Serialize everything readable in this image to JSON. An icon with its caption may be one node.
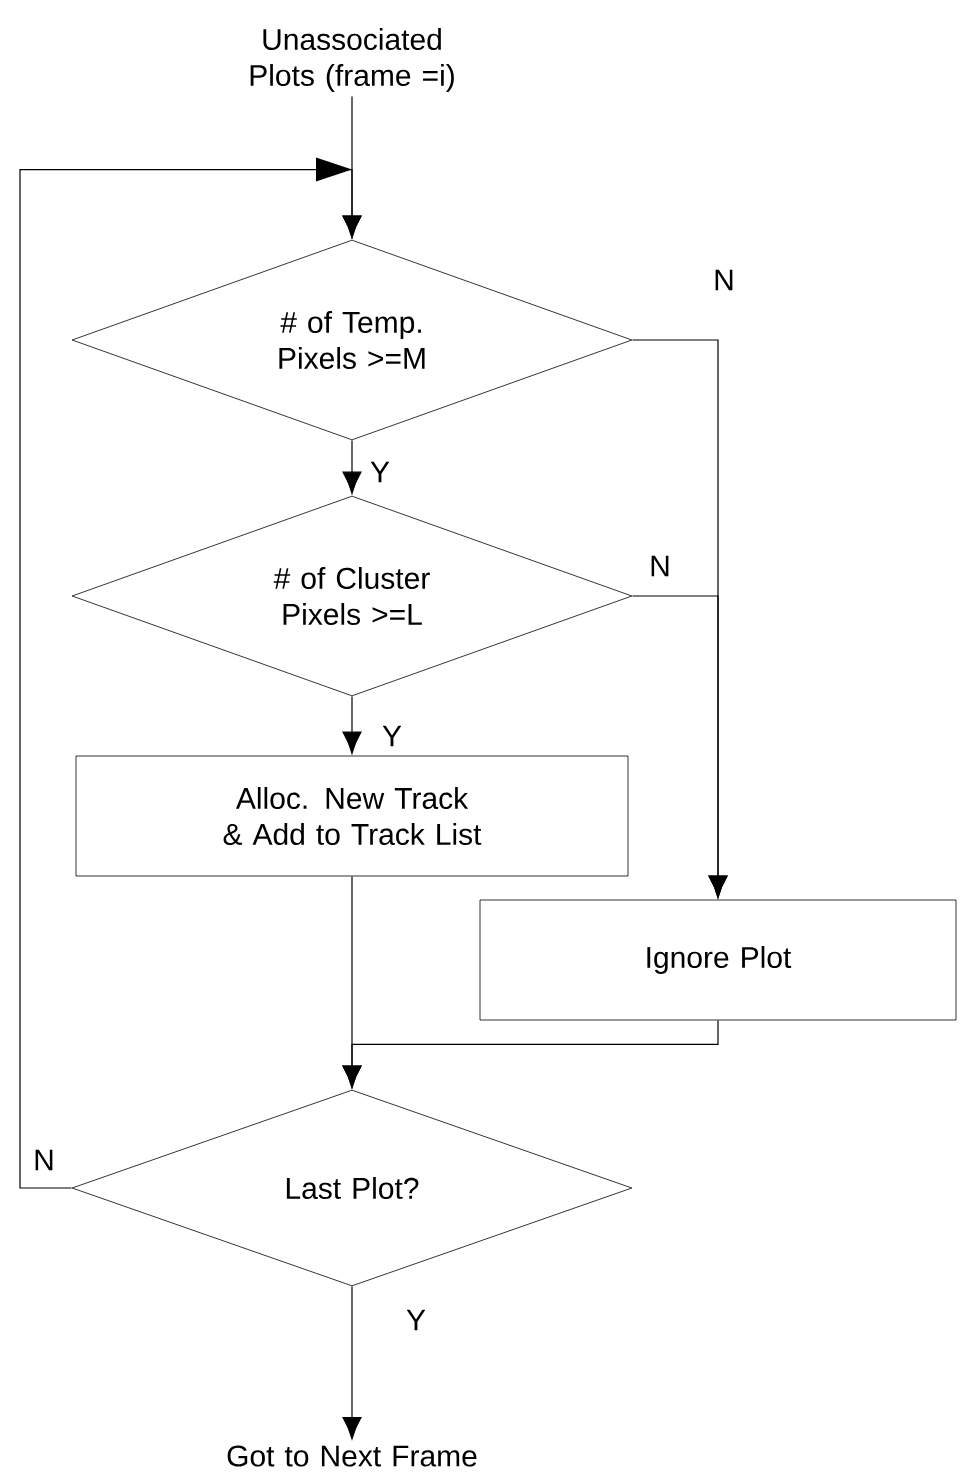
{
  "diagram": {
    "nodes": [
      {
        "text": [
          "Unassociated Plots (frame =i)"
        ]
      },
      {
        "text": [
          "# of Temp. Pixels >=M"
        ]
      },
      {
        "text": [
          "# of Cluster Pixels >=L"
        ]
      },
      {
        "text": [
          "Alloc. New Track & Add to Track List"
        ]
      },
      {
        "text": [
          "Ignore Plot"
        ]
      },
      {
        "text": [
          "Last Plot?"
        ]
      },
      {
        "text": [
          "Got to Next Frame"
        ]
      }
    ],
    "edges": [
      {
        "from": 0,
        "to": 1,
        "arrow": "to"
      },
      {
        "from": 1,
        "to": 2,
        "arrow": "to",
        "label": "Y"
      },
      {
        "from": 1,
        "to": 4,
        "arrow": "to",
        "label": "N"
      },
      {
        "from": 2,
        "to": 4,
        "arrow": "to",
        "label": "N"
      },
      {
        "from": 2,
        "to": 3,
        "arrow": "to",
        "label": "Y"
      },
      {
        "from": 3,
        "to": 5,
        "arrow": "to"
      },
      {
        "from": 4,
        "to": 5,
        "arrow": "to"
      },
      {
        "from": 5,
        "to": 1,
        "arrow": "to",
        "label": "N"
      },
      {
        "from": 5,
        "to": 6,
        "arrow": "to",
        "label": "Y"
      }
    ]
  }
}
